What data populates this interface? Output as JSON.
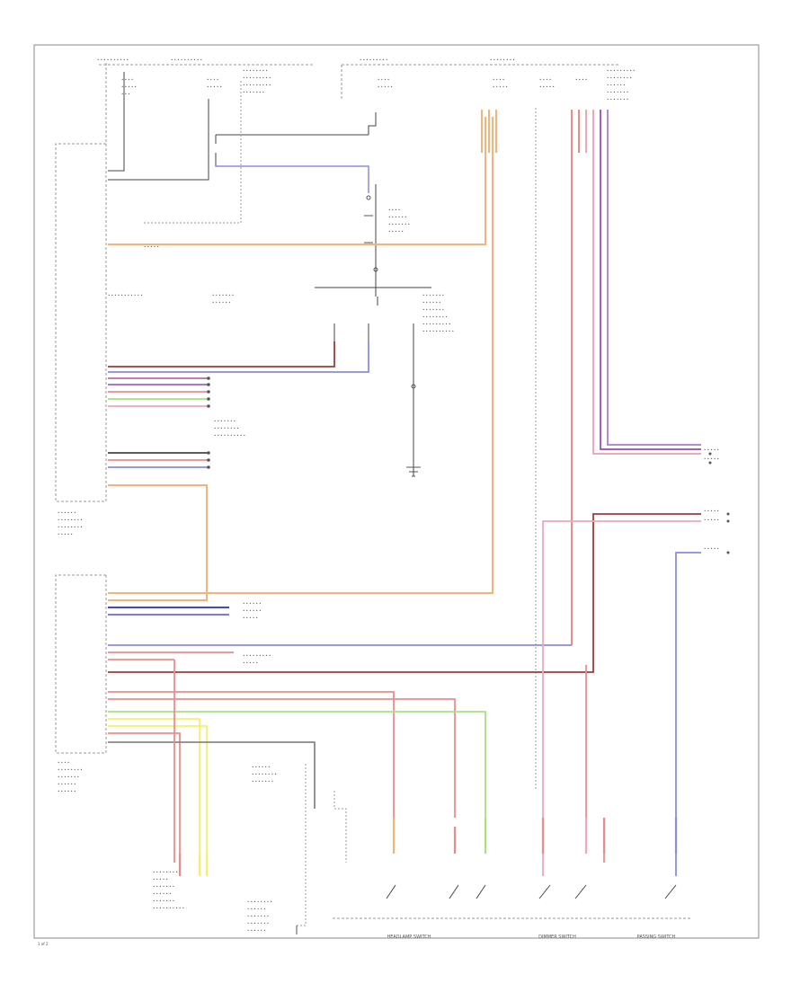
{
  "colors": {
    "orange": "#f6b377",
    "red": "#f08a8a",
    "pink": "#f4a6b8",
    "blue": "#6a6ae6",
    "purple": "#9a62c9",
    "darkred": "#a13a3a",
    "green": "#a6e37a",
    "yellow": "#f2f26a",
    "gray": "#9a9a9a",
    "black": "#333333",
    "frame": "#8a8a8a"
  },
  "diagram": {
    "switch_labels": {
      "headlamp": "HEADLAMP SWITCH",
      "dimmer": "DIMMER SWITCH",
      "passing": "PASSING SWITCH"
    },
    "footer_code": "1 of 2"
  }
}
